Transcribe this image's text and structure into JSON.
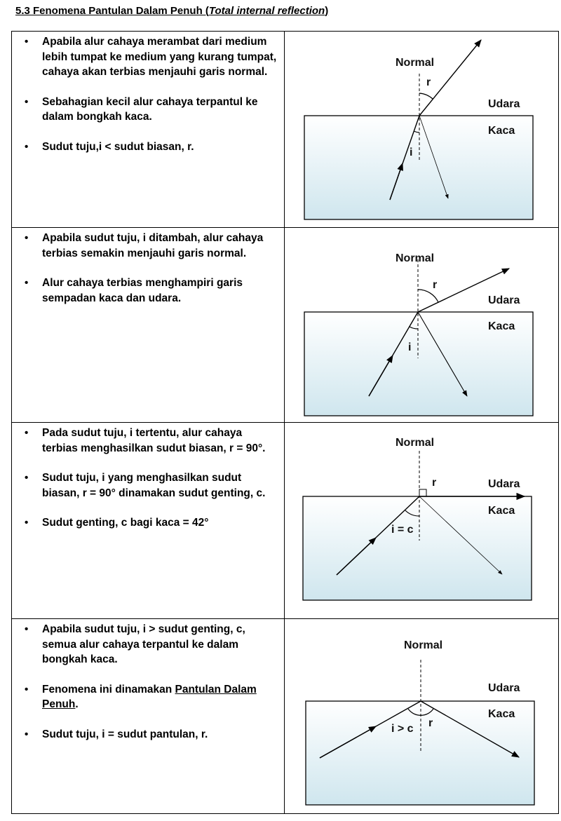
{
  "title": {
    "main": "5.3 Fenomena Pantulan Dalam Penuh (",
    "italic": "Total internal reflection",
    "close": ")"
  },
  "rows": [
    {
      "points": [
        {
          "text": "Apabila alur cahaya merambat dari medium lebih tumpat ke medium yang kurang tumpat, cahaya akan terbias menjauhi garis normal."
        },
        {
          "text": "Sebahagian kecil alur cahaya terpantul ke dalam bongkah kaca."
        },
        {
          "text": "Sudut tuju,i < sudut biasan, r."
        }
      ],
      "figure": {
        "normal": "Normal",
        "udara": "Udara",
        "kaca": "Kaca",
        "angle_top": "r",
        "angle_bottom": "i"
      }
    },
    {
      "points": [
        {
          "text": "Apabila sudut tuju, i ditambah, alur cahaya terbias semakin menjauhi garis normal."
        },
        {
          "text": "Alur cahaya terbias menghampiri garis sempadan kaca dan udara."
        }
      ],
      "figure": {
        "normal": "Normal",
        "udara": "Udara",
        "kaca": "Kaca",
        "angle_top": "r",
        "angle_bottom": "i"
      }
    },
    {
      "points": [
        {
          "text": "Pada sudut tuju, i tertentu, alur cahaya terbias menghasilkan sudut biasan, r = 90°."
        },
        {
          "text": "Sudut tuju, i yang menghasilkan sudut biasan, r = 90° dinamakan sudut genting, c."
        },
        {
          "text": "Sudut genting, c bagi kaca = 42°"
        }
      ],
      "figure": {
        "normal": "Normal",
        "udara": "Udara",
        "kaca": "Kaca",
        "angle_top": "r",
        "angle_bottom": "i = c"
      }
    },
    {
      "points": [
        {
          "text": "Apabila sudut tuju, i > sudut genting, c, semua alur cahaya terpantul ke dalam bongkah kaca."
        },
        {
          "pre": "Fenomena ini dinamakan ",
          "underline": "Pantulan Dalam Penuh",
          "post": "."
        },
        {
          "text": "Sudut tuju, i = sudut pantulan, r."
        }
      ],
      "figure": {
        "normal": "Normal",
        "udara": "Udara",
        "kaca": "Kaca",
        "angle_top": "r",
        "angle_bottom": "i > c"
      }
    }
  ],
  "bullet": "•",
  "colors": {
    "glass_light": "#ffffff",
    "glass_dark": "#cfe6ee",
    "line": "#000000"
  }
}
